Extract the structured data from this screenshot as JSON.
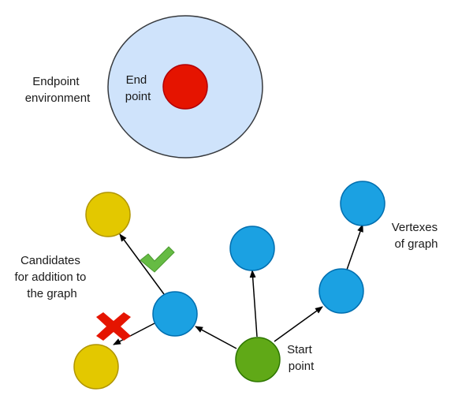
{
  "labels": {
    "endpoint_environment": [
      "Endpoint",
      "environment"
    ],
    "end_point": [
      "End",
      "point"
    ],
    "candidates": [
      "Candidates",
      "for addition to",
      "the graph"
    ],
    "vertexes": [
      "Vertexes",
      "of graph"
    ],
    "start_point": [
      "Start",
      "point"
    ]
  },
  "colors": {
    "environment_fill": "#cfe3fb",
    "environment_stroke": "#36393d",
    "end_point": "#e51400",
    "vertex": "#1ba1e2",
    "vertex_stroke": "#006eaf",
    "start_point": "#60a917",
    "start_stroke": "#2d7600",
    "candidate": "#e3c800",
    "candidate_stroke": "#b09500",
    "accept_mark": "#66bb44",
    "reject_mark": "#e51400"
  },
  "icons": {
    "accept": "check-icon",
    "reject": "cross-icon"
  }
}
